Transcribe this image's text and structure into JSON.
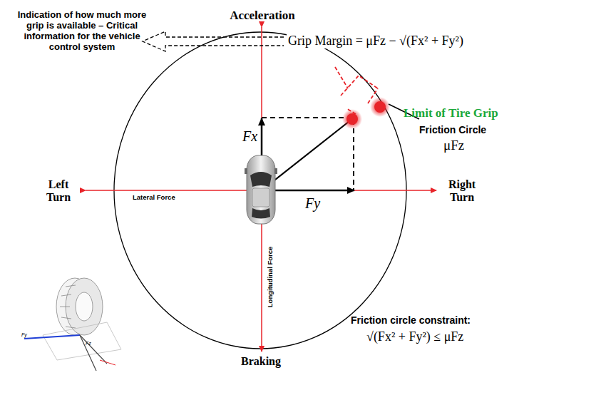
{
  "diagram": {
    "labels": [
      "Indication of how much more grip is available – Critical information for the vehicle control system",
      "Acceleration",
      "Grip Margin = μFz − √(Fx² + Fy²)",
      "Limit of Tire Grip",
      "Friction Circle",
      "μFz",
      "Fx",
      "Fy",
      "Left Turn",
      "Right Turn",
      "Lateral Force",
      "Longitudinal Force",
      "Braking",
      "Friction circle constraint:",
      "√(Fx² + Fy²) ≤ μFz",
      "Fy",
      "Fz"
    ]
  }
}
